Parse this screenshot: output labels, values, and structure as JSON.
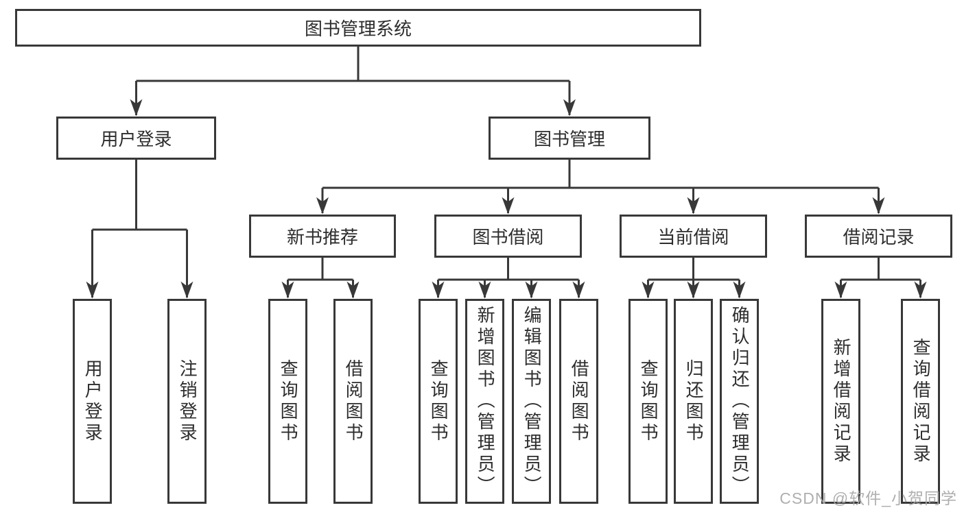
{
  "diagram": {
    "root_label": "图书管理系统",
    "level2": [
      {
        "label": "用户登录"
      },
      {
        "label": "图书管理"
      }
    ],
    "level3": [
      {
        "label": "新书推荐"
      },
      {
        "label": "图书借阅"
      },
      {
        "label": "当前借阅"
      },
      {
        "label": "借阅记录"
      }
    ],
    "leaves": {
      "login": [
        "用户登录",
        "注销登录"
      ],
      "recommend": [
        "查询图书",
        "借阅图书"
      ],
      "borrow": [
        "查询图书",
        "新增图书（管理员）",
        "编辑图书（管理员）",
        "借阅图书"
      ],
      "current": [
        "查询图书",
        "归还图书",
        "确认归还（管理员）"
      ],
      "records": [
        "新增借阅记录",
        "查询借阅记录"
      ]
    },
    "watermark": "CSDN @软件_小贺同学",
    "colors": {
      "line": "#383838",
      "text": "#2d2d2d",
      "watermark": "#a8a8a8",
      "background": "#ffffff"
    }
  }
}
